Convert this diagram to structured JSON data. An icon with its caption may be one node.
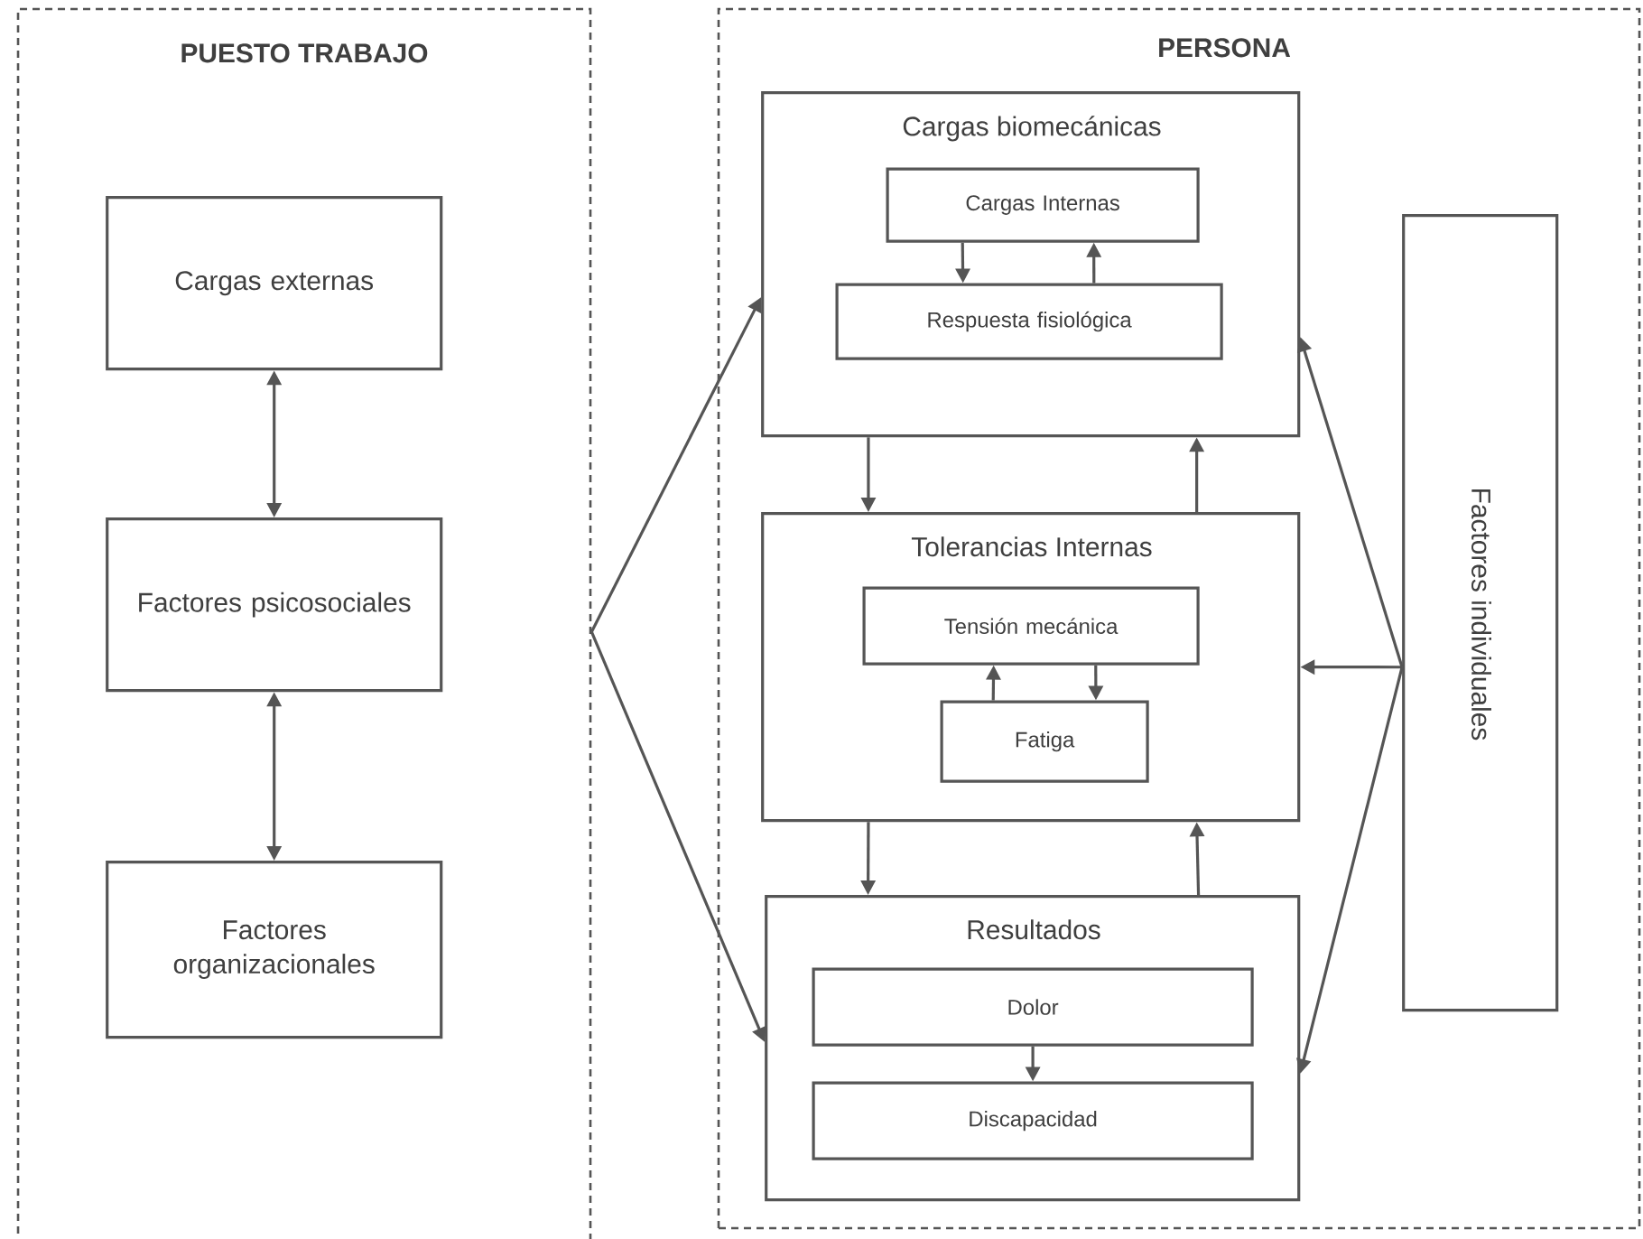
{
  "diagram": {
    "nodes": [
      {
        "text": [
          "PUESTO TRABAJO"
        ]
      },
      {
        "text": [
          "Cargas externas"
        ],
        "in": 0
      },
      {
        "text": [
          "Factores psicosociales"
        ],
        "in": 0
      },
      {
        "text": [
          "Factores organizacionales"
        ],
        "in": 0
      },
      {
        "text": [
          "PERSONA"
        ]
      },
      {
        "text": [
          "Cargas biomecánicas"
        ],
        "in": 4
      },
      {
        "text": [
          "Cargas Internas"
        ],
        "in": 5
      },
      {
        "text": [
          "Respuesta fisiológica"
        ],
        "in": 5
      },
      {
        "text": [
          "Tolerancias Internas"
        ],
        "in": 4
      },
      {
        "text": [
          "Tensión mecánica"
        ],
        "in": 8
      },
      {
        "text": [
          "Fatiga"
        ],
        "in": 8
      },
      {
        "text": [
          "Resultados"
        ],
        "in": 4
      },
      {
        "text": [
          "Dolor"
        ],
        "in": 11
      },
      {
        "text": [
          "Discapacidad"
        ],
        "in": 11
      },
      {
        "text": [
          "Factores individuales"
        ],
        "in": 4
      }
    ],
    "edges": [
      {
        "from": 1,
        "to": 2,
        "arrow": "both"
      },
      {
        "from": 2,
        "to": 3,
        "arrow": "both"
      },
      {
        "from": 0,
        "to": 5,
        "arrow": "to"
      },
      {
        "from": 0,
        "to": 11,
        "arrow": "to"
      },
      {
        "from": 6,
        "to": 7,
        "arrow": "to"
      },
      {
        "from": 7,
        "to": 6,
        "arrow": "to"
      },
      {
        "from": 5,
        "to": 8,
        "arrow": "to"
      },
      {
        "from": 8,
        "to": 5,
        "arrow": "to"
      },
      {
        "from": 9,
        "to": 10,
        "arrow": "to"
      },
      {
        "from": 10,
        "to": 9,
        "arrow": "to"
      },
      {
        "from": 8,
        "to": 11,
        "arrow": "to"
      },
      {
        "from": 11,
        "to": 8,
        "arrow": "to"
      },
      {
        "from": 12,
        "to": 13,
        "arrow": "to"
      },
      {
        "from": 14,
        "to": 5,
        "arrow": "to"
      },
      {
        "from": 14,
        "to": 8,
        "arrow": "to"
      },
      {
        "from": 14,
        "to": 11,
        "arrow": "to"
      }
    ]
  }
}
